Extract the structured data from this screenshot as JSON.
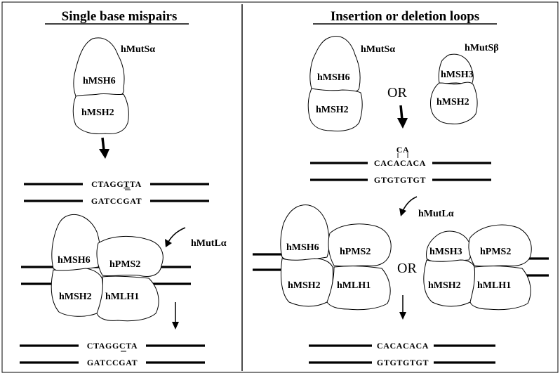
{
  "left_panel": {
    "title": "Single base mispairs",
    "complex_label": "hMutSα",
    "subunit_top": "hMSH6",
    "subunit_bottom": "hMSH2",
    "mismatch_top_pre": "CTAGG",
    "mismatch_top_mark": "T",
    "mismatch_top_post": "TA",
    "mismatch_bottom": "GATCCGAT",
    "mutl_label": "hMutLα",
    "ternary_labels": [
      "hMSH6",
      "hPMS2",
      "hMSH2",
      "hMLH1"
    ],
    "repaired_top_pre": "CTAGG",
    "repaired_top_mark": "C",
    "repaired_top_post": "TA",
    "repaired_bottom": "GATCCGAT"
  },
  "right_panel": {
    "title": "Insertion or deletion loops",
    "complex_a_label": "hMutSα",
    "complex_a_top": "hMSH6",
    "complex_a_bottom": "hMSH2",
    "or_text": "OR",
    "complex_b_label": "hMutSβ",
    "complex_b_top": "hMSH3",
    "complex_b_bottom": "hMSH2",
    "loop_text": "CA",
    "loop_top": "CACACACA",
    "loop_bottom": "GTGTGTGT",
    "mutl_label": "hMutLα",
    "ternary_a_labels": [
      "hMSH6",
      "hPMS2",
      "hMSH2",
      "hMLH1"
    ],
    "ternary_b_labels": [
      "hMSH3",
      "hPMS2",
      "hMSH2",
      "hMLH1"
    ],
    "repaired_top": "CACACACA",
    "repaired_bottom": "GTGTGTGT"
  }
}
